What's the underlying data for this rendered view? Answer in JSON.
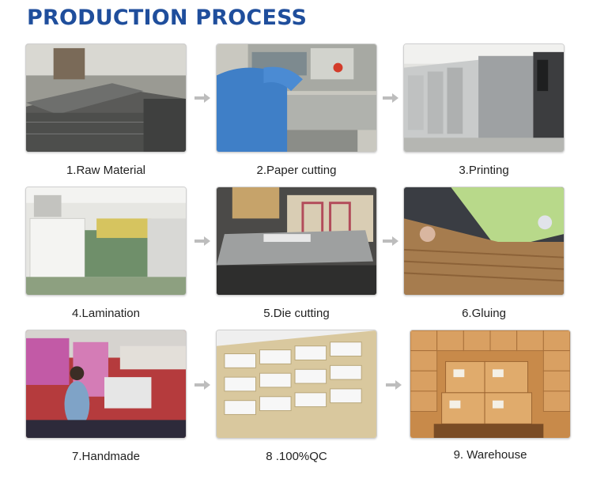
{
  "title": "PRODUCTION PROCESS",
  "steps": [
    {
      "label": "1.Raw Material"
    },
    {
      "label": "2.Paper cutting"
    },
    {
      "label": "3.Printing"
    },
    {
      "label": "4.Lamination"
    },
    {
      "label": "5.Die cutting"
    },
    {
      "label": "6.Gluing"
    },
    {
      "label": "7.Handmade"
    },
    {
      "label": "8 .100%QC"
    },
    {
      "label": "9. Warehouse"
    }
  ],
  "colors": {
    "title": "#1f4e9c",
    "arrow": "#bdbdbd"
  }
}
